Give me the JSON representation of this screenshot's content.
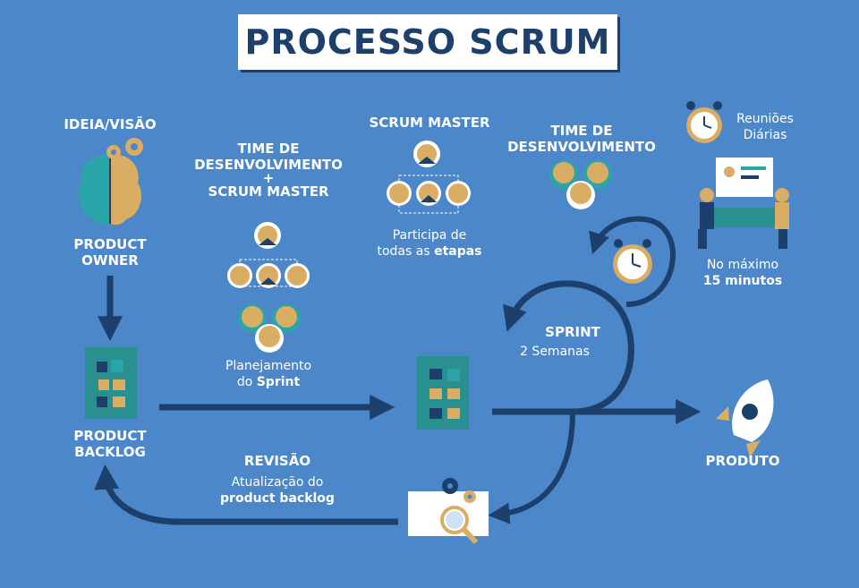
{
  "title": "PROCESSO SCRUM",
  "nodes": {
    "ideia": "IDEIA/VISÃO",
    "po_line1": "PRODUCT",
    "po_line2": "OWNER",
    "backlog_line1": "PRODUCT",
    "backlog_line2": "BACKLOG",
    "planning_team_line1": "TIME DE",
    "planning_team_line2": "DESENVOLVIMENTO",
    "planning_plus": "+",
    "planning_team_line3": "SCRUM MASTER",
    "planning_desc1": "Planejamento",
    "planning_desc2_pre": "do ",
    "planning_desc2_bold": "Sprint",
    "sm_title": "SCRUM MASTER",
    "sm_desc1": "Participa de",
    "sm_desc2_pre": "todas as ",
    "sm_desc2_bold": "etapas",
    "dev_line1": "TIME DE",
    "dev_line2": "DESENVOLVIMENTO",
    "daily_line1": "Reuniões",
    "daily_line2": "Diárias",
    "daily_desc1": "No máximo",
    "daily_desc2": "15 minutos",
    "sprint_title": "SPRINT",
    "sprint_desc": "2 Semanas",
    "produto": "PRODUTO",
    "review_title": "REVISÃO",
    "review_desc1": "Atualização do",
    "review_desc2": "product backlog"
  },
  "colors": {
    "background": "#4b87c9",
    "navy": "#1c3f6b",
    "tan": "#d9ad64",
    "teal": "#2aa6a8",
    "white": "#ffffff"
  }
}
